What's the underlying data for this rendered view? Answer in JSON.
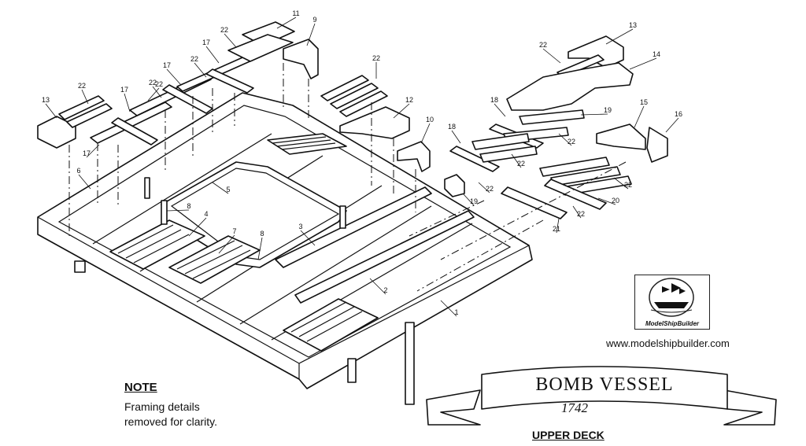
{
  "part_labels": [
    {
      "n": "11",
      "key": "p11a"
    },
    {
      "n": "9",
      "key": "p9a"
    },
    {
      "n": "22",
      "key": "p22a"
    },
    {
      "n": "17",
      "key": "p17a"
    },
    {
      "n": "22",
      "key": "p22b"
    },
    {
      "n": "17",
      "key": "p17b"
    },
    {
      "n": "22",
      "key": "p22c"
    },
    {
      "n": "13",
      "key": "p13a"
    },
    {
      "n": "22",
      "key": "p22d"
    },
    {
      "n": "17",
      "key": "p17c"
    },
    {
      "n": "22",
      "key": "p22e"
    },
    {
      "n": "17",
      "key": "p17d"
    },
    {
      "n": "6",
      "key": "p6"
    },
    {
      "n": "22",
      "key": "p22f"
    },
    {
      "n": "12",
      "key": "p12"
    },
    {
      "n": "10",
      "key": "p10"
    },
    {
      "n": "13",
      "key": "p13b"
    },
    {
      "n": "22",
      "key": "p22g"
    },
    {
      "n": "14",
      "key": "p14"
    },
    {
      "n": "18",
      "key": "p18a"
    },
    {
      "n": "19",
      "key": "p19a"
    },
    {
      "n": "15",
      "key": "p15"
    },
    {
      "n": "16",
      "key": "p16"
    },
    {
      "n": "18",
      "key": "p18b"
    },
    {
      "n": "22",
      "key": "p22h"
    },
    {
      "n": "22",
      "key": "p22i"
    },
    {
      "n": "22",
      "key": "p22j"
    },
    {
      "n": "19",
      "key": "p19b"
    },
    {
      "n": "22",
      "key": "p22k"
    },
    {
      "n": "22",
      "key": "p22l"
    },
    {
      "n": "20",
      "key": "p20"
    },
    {
      "n": "21",
      "key": "p21"
    },
    {
      "n": "5",
      "key": "p5"
    },
    {
      "n": "8",
      "key": "p8a"
    },
    {
      "n": "4",
      "key": "p4"
    },
    {
      "n": "7",
      "key": "p7"
    },
    {
      "n": "8",
      "key": "p8b"
    },
    {
      "n": "3",
      "key": "p3"
    },
    {
      "n": "2",
      "key": "p2"
    },
    {
      "n": "1",
      "key": "p1"
    }
  ],
  "note": {
    "title": "NOTE",
    "lines": [
      "Framing details",
      "removed for clarity."
    ]
  },
  "logo": {
    "name": "ModelShipBuilder"
  },
  "website": "www.modelshipbuilder.com",
  "banner": {
    "title": "BOMB VESSEL",
    "year": "1742"
  },
  "subtitle": "UPPER DECK",
  "colors": {
    "ink": "#111111",
    "paper": "#ffffff"
  },
  "icons": [
    "ship-logo-icon"
  ]
}
